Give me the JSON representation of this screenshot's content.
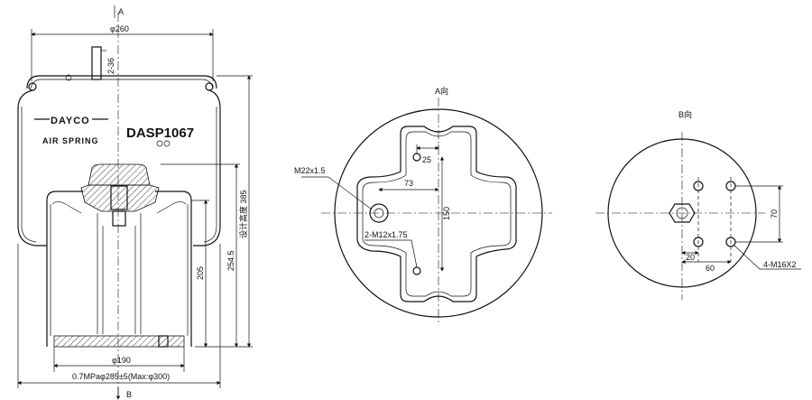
{
  "views": {
    "top_marker": "A",
    "bottom_marker": "B",
    "view_a_label": "A向",
    "view_b_label": "B向"
  },
  "brand": {
    "logo": "DAYCO",
    "tagline": "AIR SPRING",
    "model": "DASP1067"
  },
  "dimensions": {
    "top_diameter": "φ260",
    "stud": "2-36",
    "height_design": "设计高度 385",
    "height_254": "254.5",
    "height_205": "205",
    "bottom_diameter": "φ190",
    "pressure": "0.7MPaφ285±5(Max:φ300)"
  },
  "view_a": {
    "thread_main": "M22x1.5",
    "thread_holes": "2-M12x1.75",
    "dim_25": "25",
    "dim_73": "73",
    "dim_150": "150"
  },
  "view_b": {
    "dim_70": "70",
    "dim_20": "20",
    "dim_60": "60",
    "holes": "4-M16X2"
  }
}
